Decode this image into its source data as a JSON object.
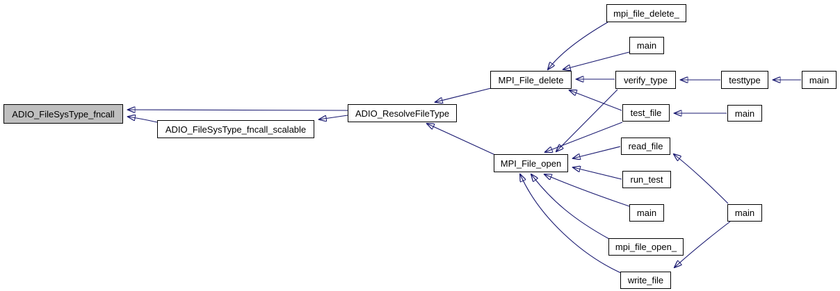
{
  "diagram": {
    "kind": "caller-graph",
    "root": "ADIO_FileSysType_fncall"
  },
  "colors": {
    "background": "#ffffff",
    "edge": "#191970",
    "node_fill": "#ffffff",
    "node_border": "#000000",
    "root_node_fill": "#bfbfbf",
    "text": "#000000"
  },
  "nodes": [
    {
      "id": "adio-filesystype-fncall",
      "label": "ADIO_FileSysType_fncall",
      "highlighted": true
    },
    {
      "id": "adio-filesystype-fncall-scalable",
      "label": "ADIO_FileSysType_fncall_scalable",
      "highlighted": false
    },
    {
      "id": "adio-resolvefiletype",
      "label": "ADIO_ResolveFileType",
      "highlighted": false
    },
    {
      "id": "mpi-file-delete",
      "label": "MPI_File_delete",
      "highlighted": false
    },
    {
      "id": "mpi-file-open",
      "label": "MPI_File_open",
      "highlighted": false
    },
    {
      "id": "mpi-file-delete-underscore",
      "label": "mpi_file_delete_",
      "highlighted": false
    },
    {
      "id": "main-top",
      "label": "main",
      "highlighted": false
    },
    {
      "id": "verify-type",
      "label": "verify_type",
      "highlighted": false
    },
    {
      "id": "testtype",
      "label": "testtype",
      "highlighted": false
    },
    {
      "id": "main-top-right",
      "label": "main",
      "highlighted": false
    },
    {
      "id": "test-file",
      "label": "test_file",
      "highlighted": false
    },
    {
      "id": "main-mid-right",
      "label": "main",
      "highlighted": false
    },
    {
      "id": "read-file",
      "label": "read_file",
      "highlighted": false
    },
    {
      "id": "run-test",
      "label": "run_test",
      "highlighted": false
    },
    {
      "id": "main-bottom-center",
      "label": "main",
      "highlighted": false
    },
    {
      "id": "main-bottom-right",
      "label": "main",
      "highlighted": false
    },
    {
      "id": "mpi-file-open-underscore",
      "label": "mpi_file_open_",
      "highlighted": false
    },
    {
      "id": "write-file",
      "label": "write_file",
      "highlighted": false
    }
  ],
  "edges": [
    {
      "from": "ADIO_ResolveFileType",
      "to": "ADIO_FileSysType_fncall"
    },
    {
      "from": "ADIO_FileSysType_fncall_scalable",
      "to": "ADIO_FileSysType_fncall"
    },
    {
      "from": "ADIO_ResolveFileType",
      "to": "ADIO_FileSysType_fncall_scalable"
    },
    {
      "from": "MPI_File_delete",
      "to": "ADIO_ResolveFileType"
    },
    {
      "from": "MPI_File_open",
      "to": "ADIO_ResolveFileType"
    },
    {
      "from": "mpi_file_delete_",
      "to": "MPI_File_delete"
    },
    {
      "from": "main (top)",
      "to": "MPI_File_delete"
    },
    {
      "from": "verify_type",
      "to": "MPI_File_delete"
    },
    {
      "from": "test_file",
      "to": "MPI_File_delete"
    },
    {
      "from": "testtype",
      "to": "verify_type"
    },
    {
      "from": "main (top right)",
      "to": "testtype"
    },
    {
      "from": "main (mid right)",
      "to": "test_file"
    },
    {
      "from": "verify_type",
      "to": "MPI_File_open"
    },
    {
      "from": "test_file",
      "to": "MPI_File_open"
    },
    {
      "from": "read_file",
      "to": "MPI_File_open"
    },
    {
      "from": "run_test",
      "to": "MPI_File_open"
    },
    {
      "from": "main (bottom center)",
      "to": "MPI_File_open"
    },
    {
      "from": "mpi_file_open_",
      "to": "MPI_File_open"
    },
    {
      "from": "write_file",
      "to": "MPI_File_open"
    },
    {
      "from": "main (bottom right)",
      "to": "read_file"
    },
    {
      "from": "main (bottom right)",
      "to": "write_file"
    }
  ]
}
